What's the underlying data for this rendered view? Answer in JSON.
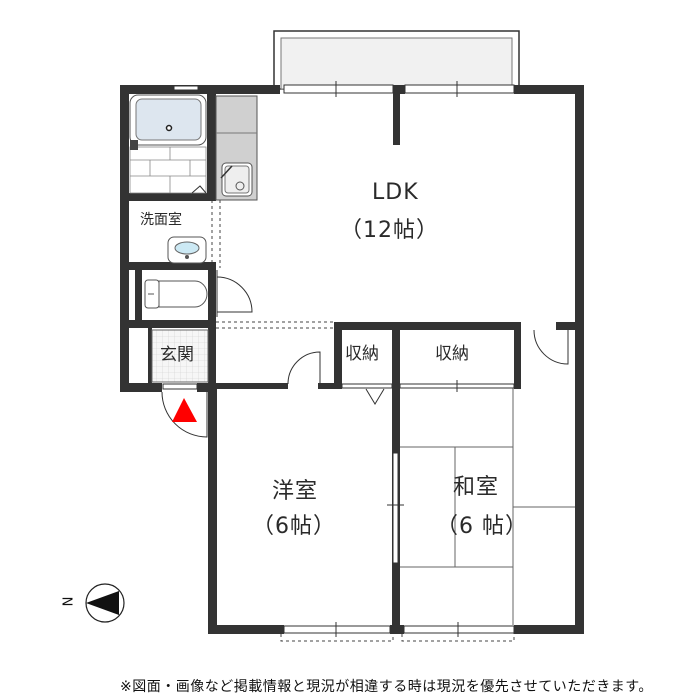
{
  "floorplan": {
    "rooms": [
      {
        "id": "ldk",
        "name": "LDK",
        "size": "（12帖）"
      },
      {
        "id": "western",
        "name": "洋室",
        "size": "（6帖）"
      },
      {
        "id": "japanese",
        "name": "和室",
        "size": "（6 帖）"
      },
      {
        "id": "storage1",
        "name": "収納"
      },
      {
        "id": "storage2",
        "name": "収納"
      },
      {
        "id": "washroom",
        "name": "洗面室"
      },
      {
        "id": "entrance",
        "name": "玄関"
      }
    ],
    "compass": {
      "label": "N",
      "direction": "left"
    },
    "entrance_marker_color": "#ff0000",
    "wall_color": "#333333",
    "bath_color": "#dde6ef"
  },
  "footer": {
    "disclaimer": "※図面・画像など掲載情報と現況が相違する時は現況を優先させていただきます。"
  }
}
